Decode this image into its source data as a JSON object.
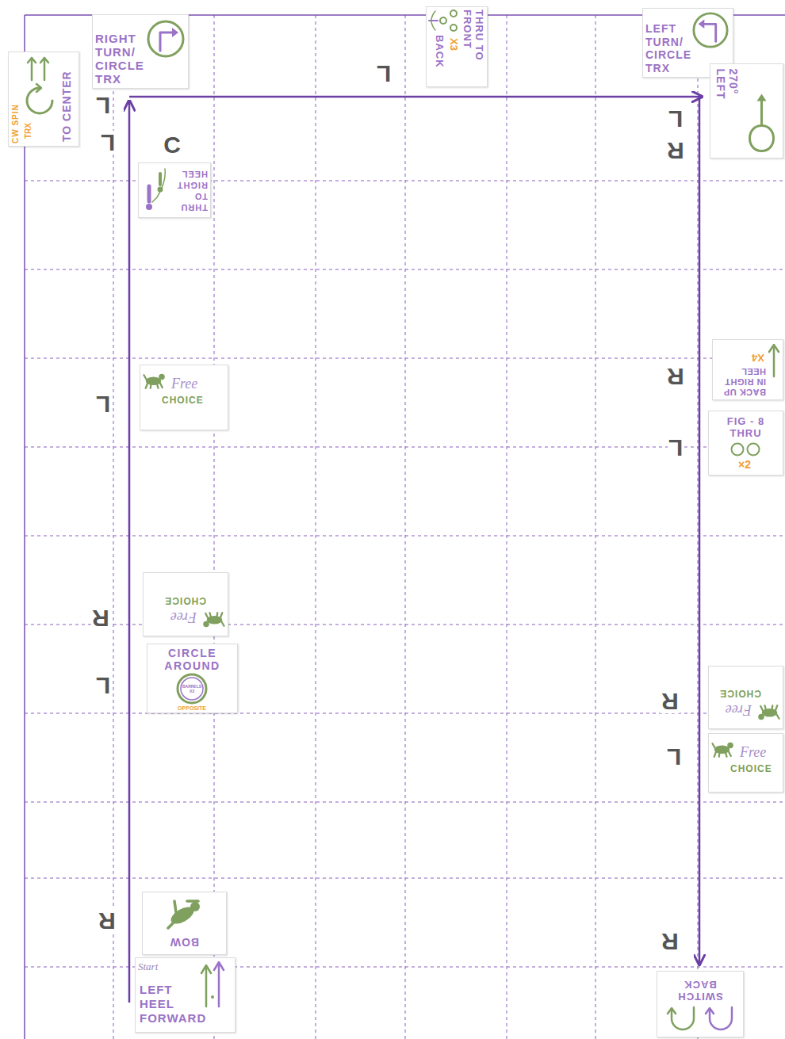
{
  "diagram": {
    "nodes": [
      {
        "text": [
          "RIGHT TURN/ CIRCLE TRX"
        ]
      },
      {
        "text": [
          "THRU TO FRONT",
          "X3",
          "BACK"
        ]
      },
      {
        "text": [
          "LEFT TURN/ CIRCLE TRX"
        ]
      },
      {
        "text": [
          "CW SPIN",
          "TRX",
          "TO CENTER"
        ]
      },
      {
        "text": [
          "270° LEFT"
        ]
      },
      {
        "text": [
          "THRU TO RIGHT HEEL"
        ]
      },
      {
        "text": [
          "Free",
          "CHOICE"
        ]
      },
      {
        "text": [
          "BACK UP IN RIGHT HEEL",
          "X4"
        ]
      },
      {
        "text": [
          "FIG - 8 THRU",
          "×2"
        ]
      },
      {
        "text": [
          "Free",
          "CHOICE"
        ]
      },
      {
        "text": [
          "CIRCLE AROUND",
          "BARRELS X3",
          "OPPOSITE"
        ]
      },
      {
        "text": [
          "Free",
          "CHOICE"
        ]
      },
      {
        "text": [
          "Free",
          "CHOICE"
        ]
      },
      {
        "text": [
          "BOW"
        ]
      },
      {
        "text": [
          "Start",
          "LEFT HEEL FORWARD"
        ]
      },
      {
        "text": [
          "SWITCH BACK"
        ]
      }
    ],
    "labels": [
      "L",
      "L",
      "L",
      "L",
      "C",
      "R",
      "R",
      "L",
      "L",
      "R",
      "L",
      "R",
      "L",
      "R",
      "R"
    ]
  }
}
